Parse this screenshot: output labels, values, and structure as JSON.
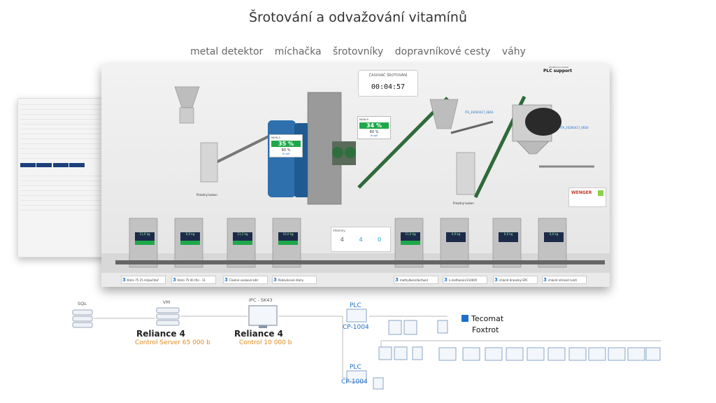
{
  "page": {
    "title": "Šrotování a odvažování vitamínů",
    "nav": [
      "metal detektor",
      "míchačka",
      "šrotovníky",
      "dopravníkové cesty",
      "váhy"
    ]
  },
  "scada": {
    "timer_label": "ČASOVAČ ŠROTOVÁNÍ",
    "timer_value": "00:04:57",
    "plc_support": "PLC support",
    "plc_small": "Přihlášený uživatel",
    "wenger": "WENGER",
    "vitamin_title": "Vitamíny",
    "vitamin_values": [
      "4",
      "4",
      "0"
    ],
    "mixer_left_pct": "35 %",
    "mixer_left_sub": "80 %",
    "mixer_right_pct": "34 %",
    "mixer_right_sub": "80 %",
    "mixer_right_title": "MLÝN B",
    "mixer_left_title": "MLÝN A",
    "mixer_state": "Hrubě",
    "pallet_left": "Prázdný buben",
    "pallet_right": "Prázdný buben",
    "batch_left": "ITA_20260417_0816",
    "batch_right": "ITA_20260417_0830",
    "weigh_values": [
      "11,0 kg",
      "0,0 kg",
      "11,2 kg",
      "10,0 kg",
      "11,0 kg",
      "0,0 kg",
      "0,0 kg",
      "0,0 kg"
    ],
    "labels": [
      {
        "n": "3",
        "t": "Kmín 75 25 ml/počítač"
      },
      {
        "n": "3",
        "t": "Kmín 75 40 (fk) - 11"
      },
      {
        "n": "3",
        "t": "Číselné voskové kdd"
      },
      {
        "n": "3",
        "t": "Podsvěcené dluhy"
      },
      {
        "n": "3",
        "t": "methylbenz/lorfaxid"
      },
      {
        "n": "3",
        "t": "L-methionin/110005"
      },
      {
        "n": "3",
        "t": "chlorid draselný EPC"
      },
      {
        "n": "3",
        "t": "chlorid nitrosid (vzd)"
      }
    ]
  },
  "architecture": {
    "sql": "SQL",
    "vm": "VM",
    "ipc": "IPC - SK43",
    "reliance_a": "Reliance 4",
    "reliance_a_sub": "Control Server 65 000 b",
    "reliance_b": "Reliance 4",
    "reliance_b_sub": "Control  10 000 b",
    "plc_a_label": "PLC",
    "plc_a_model": "CP-1004",
    "plc_b_label": "PLC",
    "plc_b_model": "CP-1004",
    "tecomat": "Tecomat",
    "foxtrot": "Foxtrot"
  },
  "colors": {
    "accent_blue": "#1d6fc9",
    "accent_orange": "#e08a1e",
    "mix_green": "#1ea84a"
  }
}
